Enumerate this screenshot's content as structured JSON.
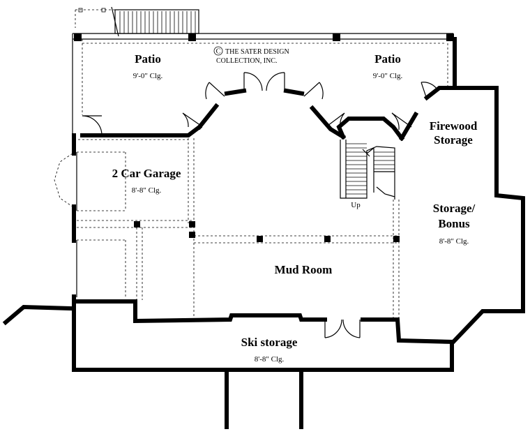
{
  "rooms": {
    "patio_left": {
      "name": "Patio",
      "ceiling": "9'-0\" Clg."
    },
    "patio_right": {
      "name": "Patio",
      "ceiling": "9'-0\" Clg."
    },
    "firewood": {
      "line1": "Firewood",
      "line2": "Storage"
    },
    "garage": {
      "name": "2 Car Garage",
      "ceiling": "8'-8\" Clg."
    },
    "storage": {
      "line1": "Storage/",
      "line2": "Bonus",
      "ceiling": "8'-8\" Clg."
    },
    "mud": {
      "name": "Mud Room"
    },
    "ski": {
      "name": "Ski storage",
      "ceiling": "8'-8\"  Clg."
    }
  },
  "stair_label": "Up",
  "copyright": {
    "symbol": "C",
    "line1": "THE SATER DESIGN",
    "line2": "COLLECTION, INC."
  }
}
